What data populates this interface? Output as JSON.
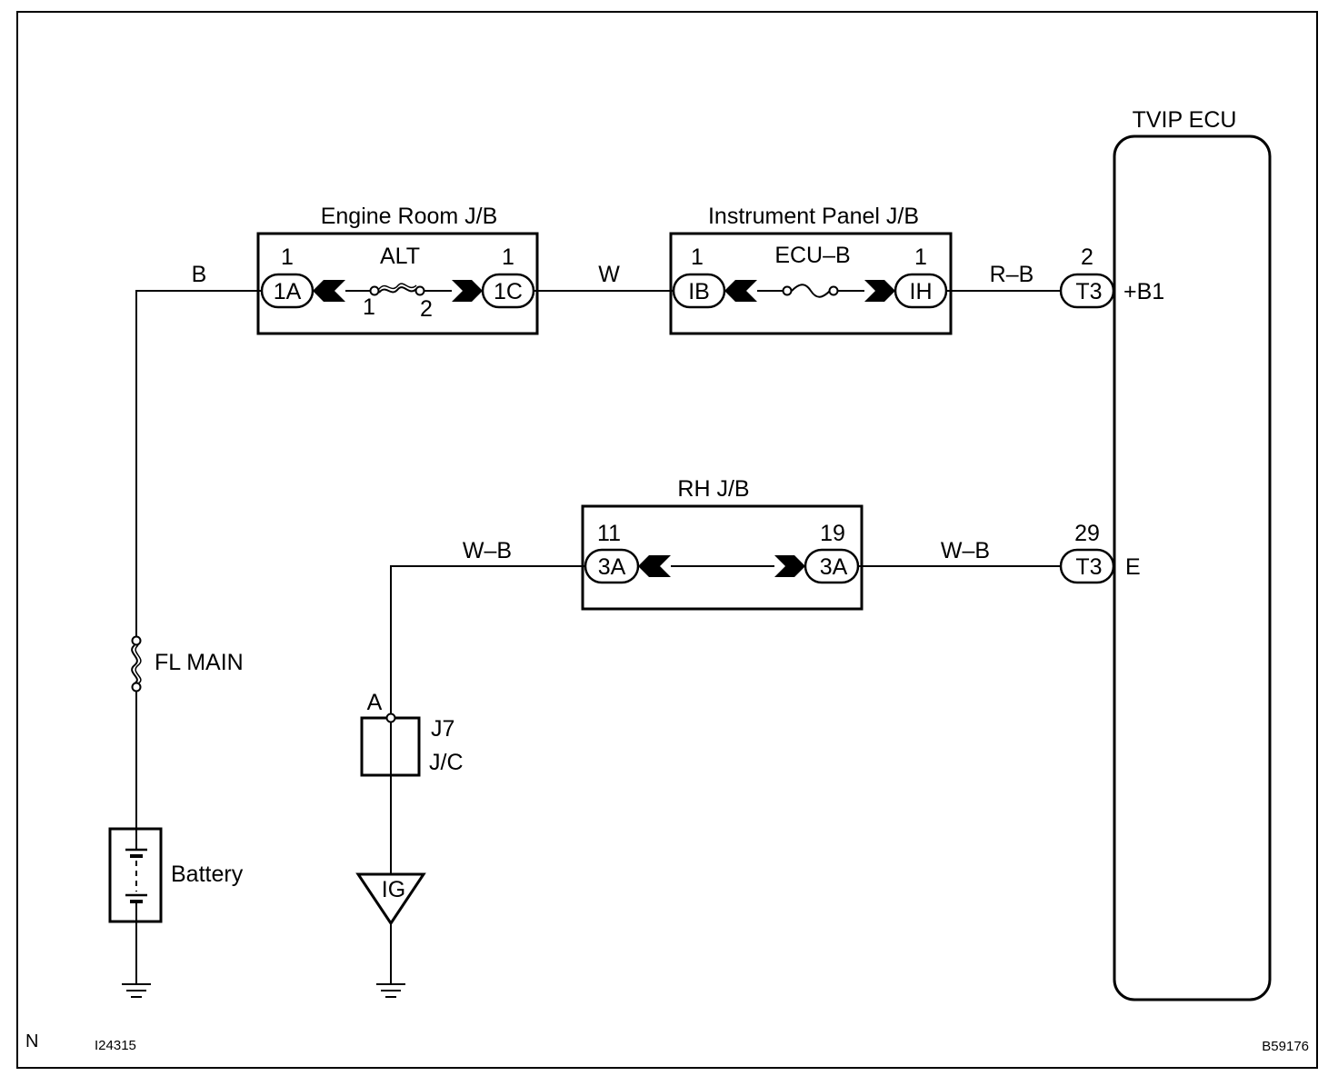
{
  "boxes": {
    "engine_room_jb": "Engine Room J/B",
    "instrument_panel_jb": "Instrument Panel J/B",
    "rh_jb": "RH J/B",
    "tvip_ecu": "TVIP ECU"
  },
  "fuses": {
    "alt": "ALT",
    "alt_pin_left": "1",
    "alt_pin_right": "2",
    "ecu_b": "ECU–B",
    "fl_main": "FL MAIN"
  },
  "connectors": {
    "er_left": {
      "code": "1A",
      "pin": "1"
    },
    "er_right": {
      "code": "1C",
      "pin": "1"
    },
    "ip_left": {
      "code": "IB",
      "pin": "1"
    },
    "ip_right": {
      "code": "IH",
      "pin": "1"
    },
    "ecu_b1": {
      "code": "T3",
      "pin": "2",
      "terminal": "+B1"
    },
    "rh_left": {
      "code": "3A",
      "pin": "11"
    },
    "rh_right": {
      "code": "3A",
      "pin": "19"
    },
    "ecu_e": {
      "code": "T3",
      "pin": "29",
      "terminal": "E"
    }
  },
  "wires": {
    "w1": "B",
    "w2": "W",
    "w3": "R–B",
    "w4": "W–B",
    "w5": "W–B"
  },
  "junction": {
    "point": "A",
    "id": "J7",
    "type": "J/C"
  },
  "components": {
    "battery": "Battery",
    "ground_point": "IG"
  },
  "footer": {
    "left_letter": "N",
    "left_code": "I24315",
    "right_code": "B59176"
  }
}
